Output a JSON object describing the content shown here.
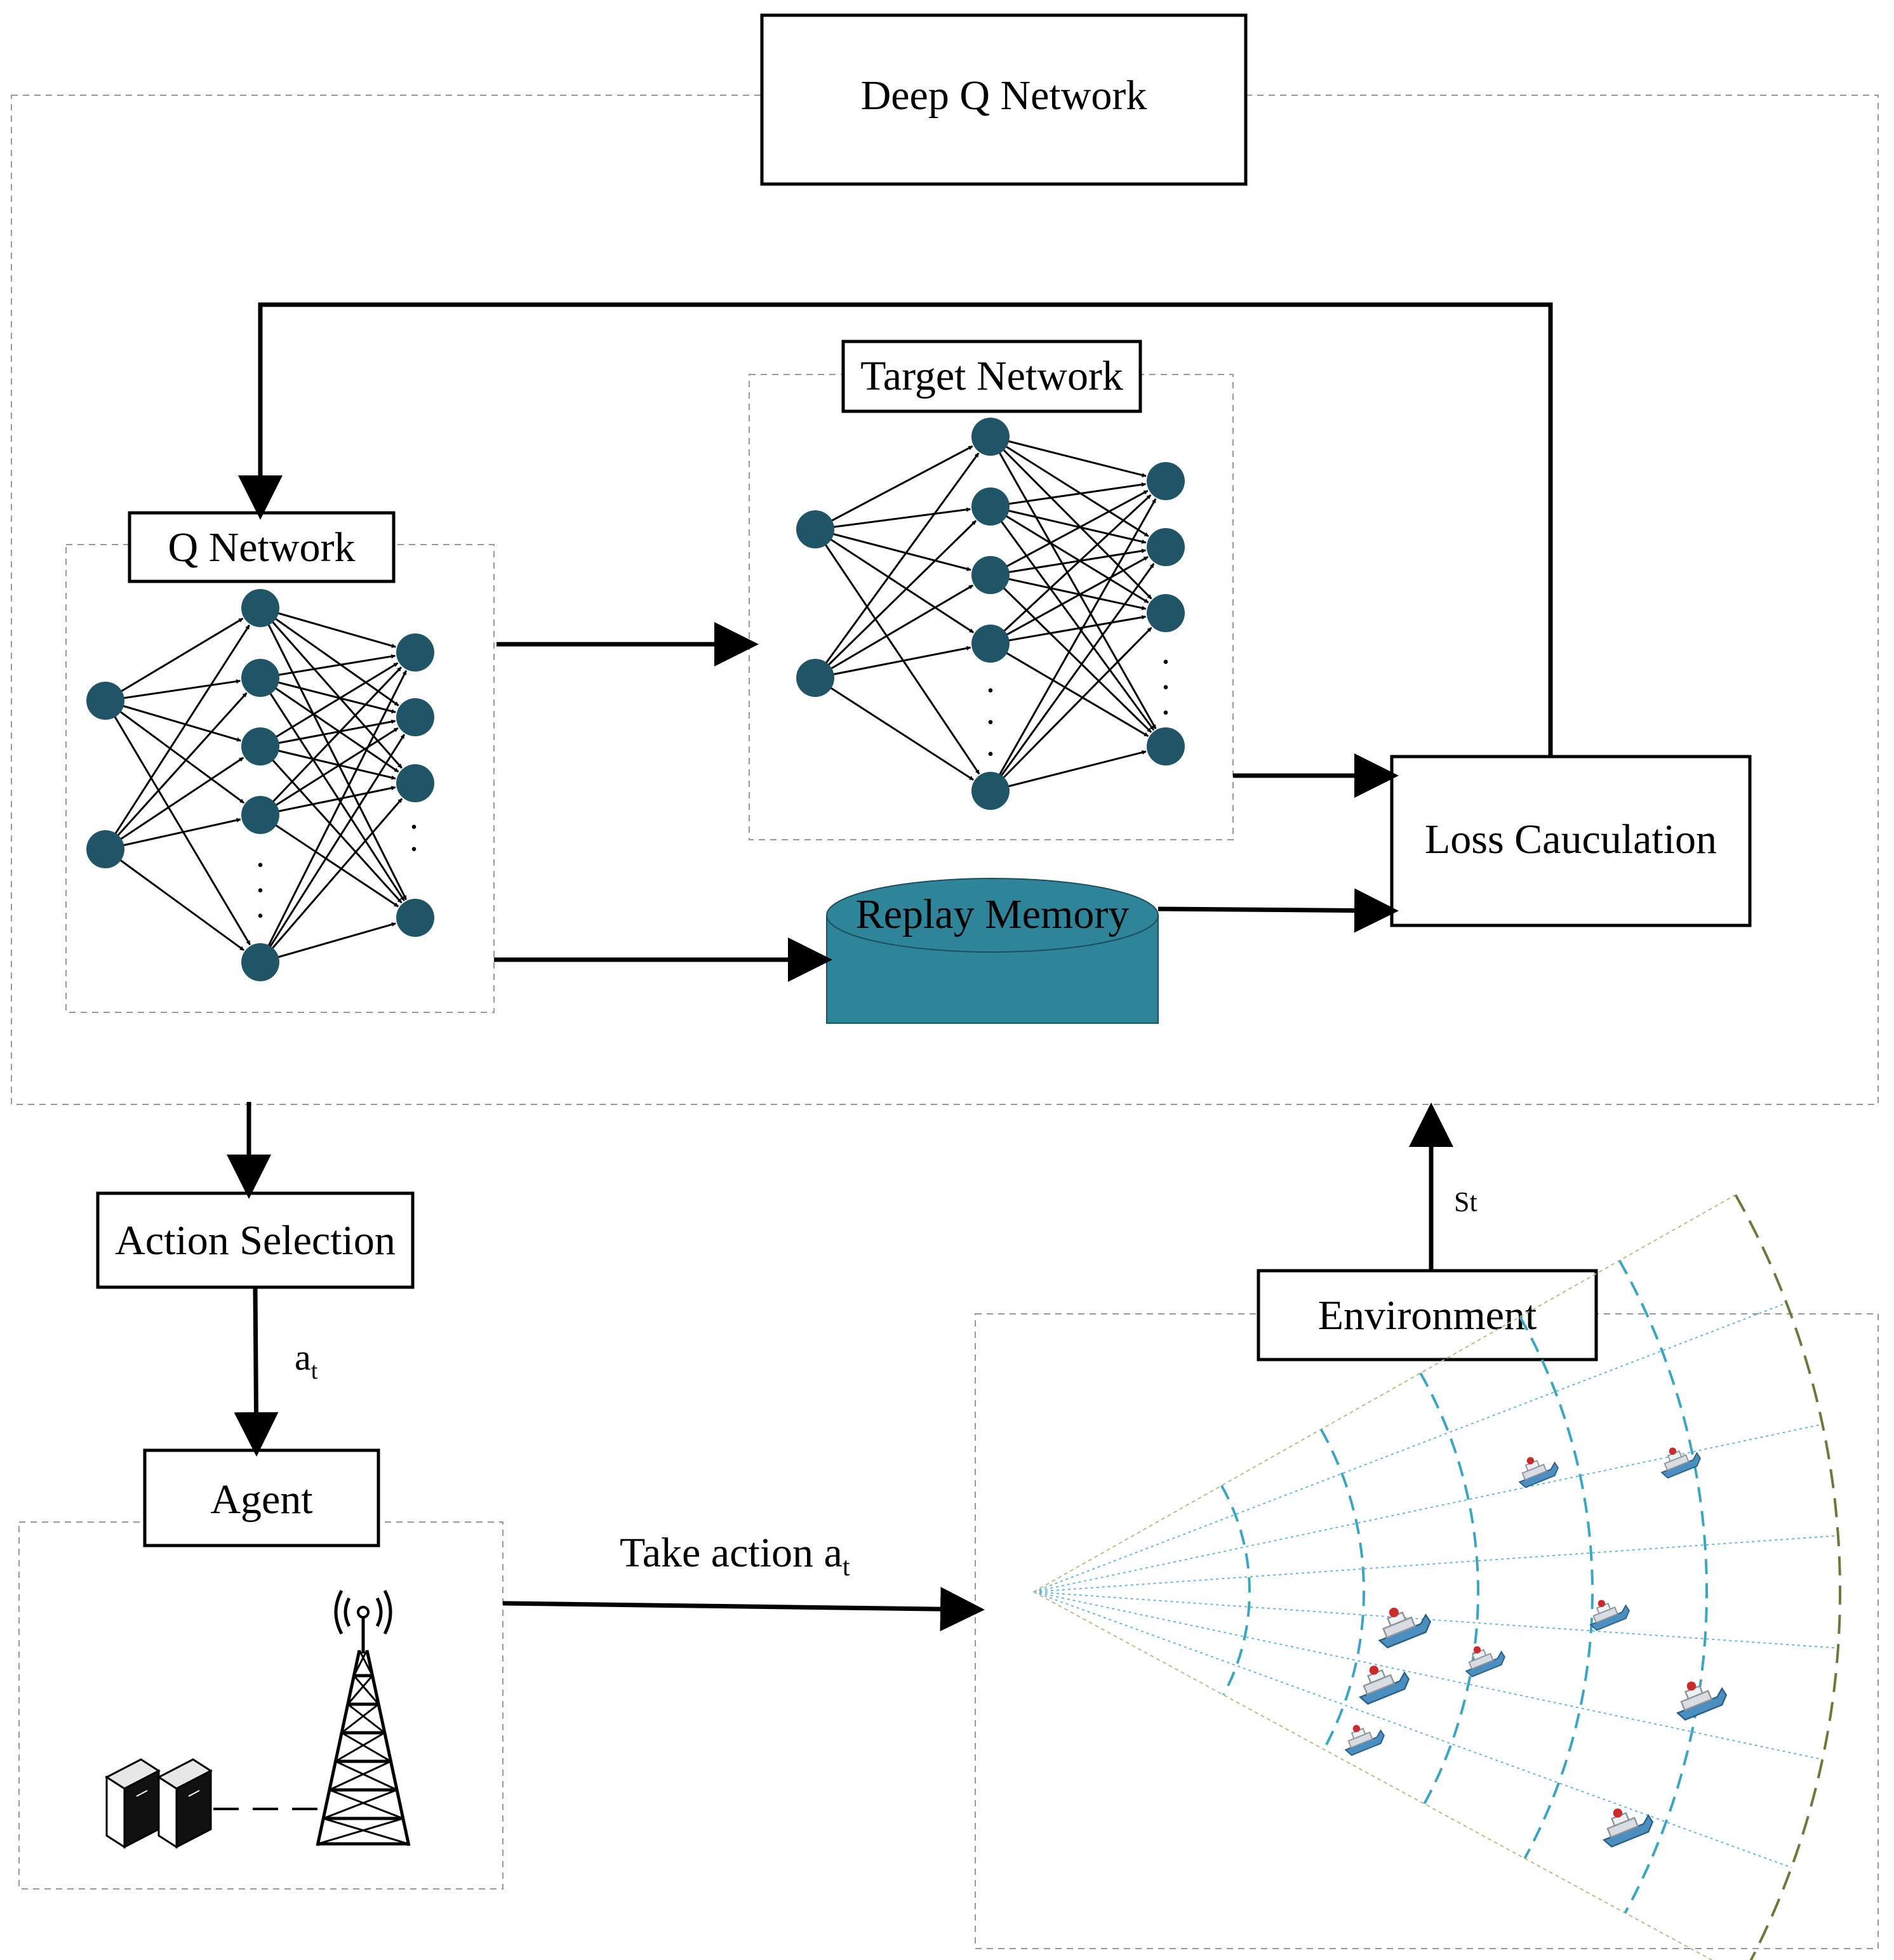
{
  "labels": {
    "deep_q_network": "Deep Q Network",
    "target_network": "Target Network",
    "q_network": "Q Network",
    "replay_memory": "Replay Memory",
    "loss_calculation": "Loss Cauculation",
    "action_selection": "Action Selection",
    "agent": "Agent",
    "environment": "Environment",
    "take_action_prefix": "Take action a",
    "action_base": "a",
    "action_sub": "t",
    "state": "St",
    "ellipsis_dot": "."
  },
  "colors": {
    "neuron": "#1f5566",
    "cylinder": "#2e8599",
    "wave": "#3aa6c4",
    "beam": "#6cb5d6",
    "outer_arc": "#6b7a3a",
    "dash_border": "#999999"
  },
  "icons": [
    "server-icon",
    "antenna-tower-icon",
    "ship-icon"
  ]
}
